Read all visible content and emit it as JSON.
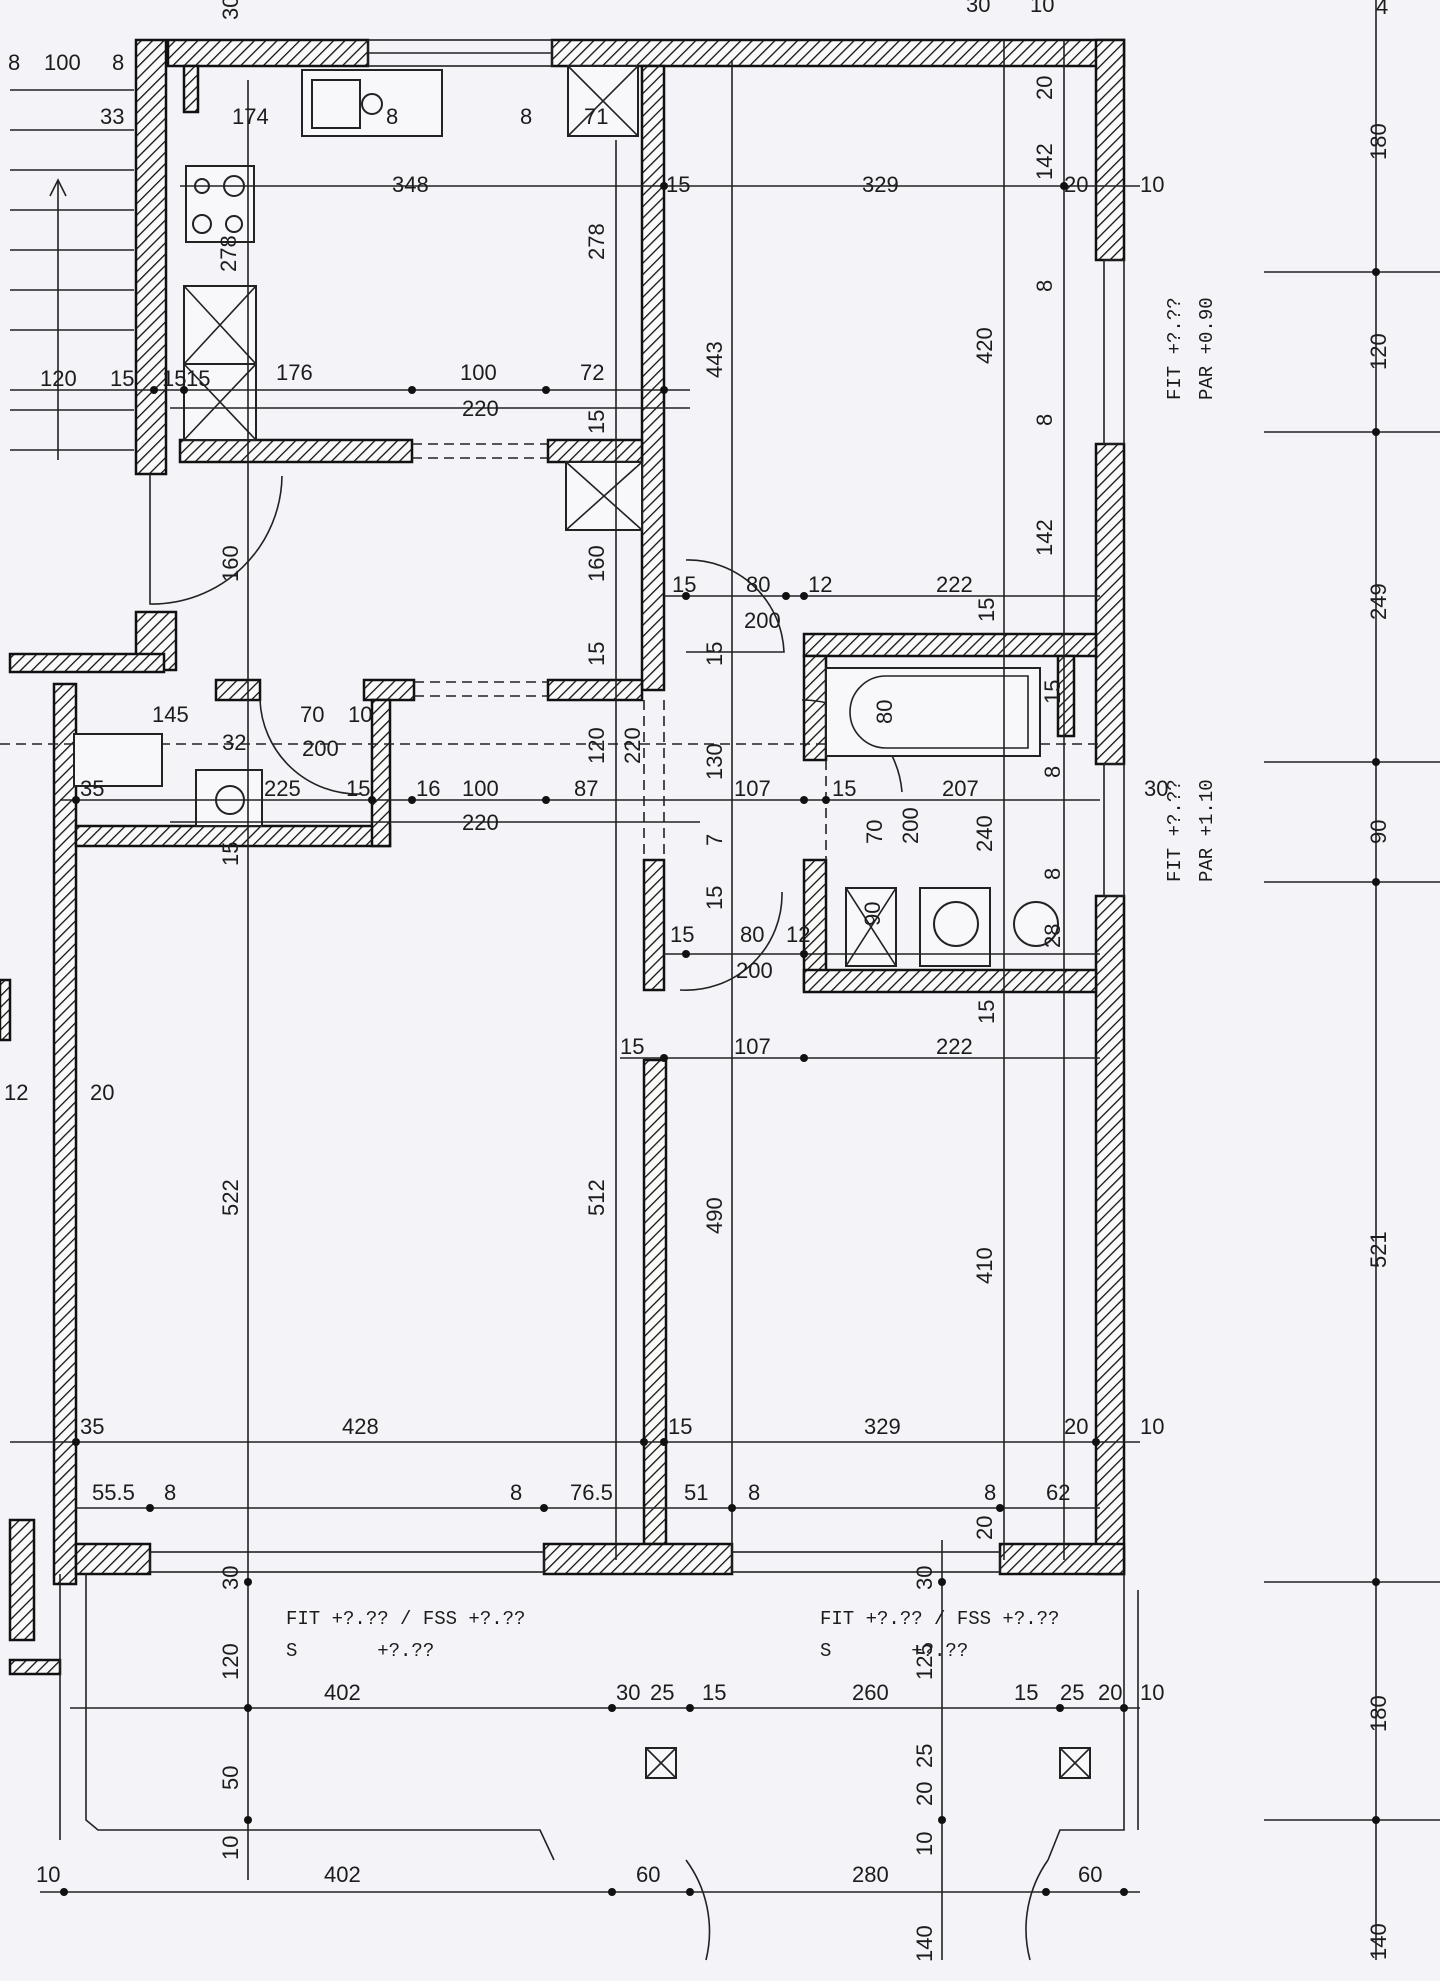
{
  "top_edge": [
    "30",
    "30",
    "10",
    "4",
    "8",
    "100",
    "8",
    "33",
    "174",
    "8",
    "8",
    "71"
  ],
  "kitchen": {
    "width": "348",
    "height": "278",
    "left_strip": "278",
    "row_120": "120",
    "row_15a": "15",
    "row_15b": "15",
    "row_15c": "15",
    "col_176": "176",
    "col_100": "100",
    "col_72": "72",
    "col_220": "220",
    "wall_15": "15"
  },
  "bedroom_top": {
    "col_15": "15",
    "width": "329",
    "col_20": "20",
    "col_10": "10",
    "height_443": "443",
    "height_420": "420",
    "h142a": "142",
    "h142b": "142",
    "h8a": "8",
    "h8b": "8",
    "h20": "20"
  },
  "window_notes": {
    "top": [
      "FIT +?.??",
      "PAR +0.90"
    ],
    "middle": [
      "FIT +?.??",
      "PAR +1.10"
    ]
  },
  "right_scale": [
    "180",
    "120",
    "249",
    "90",
    "521",
    "180",
    "140"
  ],
  "hall": {
    "door_160a": "160",
    "door_160b": "160",
    "c15": "15",
    "c80": "80",
    "c12": "12",
    "c222": "222",
    "c200": "200",
    "c15b": "15",
    "c15c": "15",
    "c15d": "15"
  },
  "bath": {
    "tub": "80",
    "c15": "15",
    "c8": "8",
    "c30": "30",
    "row_107": "107",
    "row_15": "15",
    "row_207": "207",
    "door_70": "70",
    "door_200": "200",
    "h240": "240",
    "h90": "90",
    "h8": "8",
    "h28": "28"
  },
  "entry": {
    "c145": "145",
    "c70": "70",
    "c10": "10",
    "c200": "200",
    "c32": "32",
    "c35": "35",
    "c225": "225",
    "c15": "15",
    "c16": "16",
    "c100": "100",
    "c87": "87",
    "c220": "220",
    "c120": "120",
    "c220v": "220",
    "c130": "130",
    "c7": "7",
    "c15v": "15",
    "c15b": "15"
  },
  "lower_hall": {
    "c15": "15",
    "c80": "80",
    "c12": "12",
    "c200": "200",
    "c15b": "15",
    "c107": "107",
    "c222": "222",
    "c15c": "15"
  },
  "living": {
    "c12": "12",
    "c20": "20",
    "h522": "522",
    "h512": "512",
    "h490": "490",
    "h410": "410",
    "c35": "35",
    "c428": "428",
    "c15": "15",
    "c329": "329",
    "c20b": "20",
    "c10": "10",
    "c55_5": "55.5",
    "c8a": "8",
    "c8b": "8",
    "c76_5": "76.5",
    "c51": "51",
    "c8c": "8",
    "c8d": "8",
    "c62": "62",
    "c20v": "20",
    "c30v": "30"
  },
  "balcony": {
    "note_left": [
      "FIT +?.?? / FSS +?.??",
      "S       +?.??"
    ],
    "note_right": [
      "FIT +?.?? / FSS +?.??",
      "S       +?.??"
    ],
    "h30a": "30",
    "h120": "120",
    "h50": "50",
    "h10": "10",
    "h30b": "30",
    "h125": "125",
    "h25": "25",
    "h20": "20",
    "h10b": "10",
    "c402": "402",
    "c30": "30",
    "c25": "25",
    "c15": "15",
    "c260": "260",
    "c15b": "15",
    "c25b": "25",
    "c20": "20",
    "c10": "10"
  },
  "bottom_row": {
    "c10": "10",
    "c402": "402",
    "c60": "60",
    "c280": "280",
    "c60b": "60",
    "c140": "140"
  }
}
